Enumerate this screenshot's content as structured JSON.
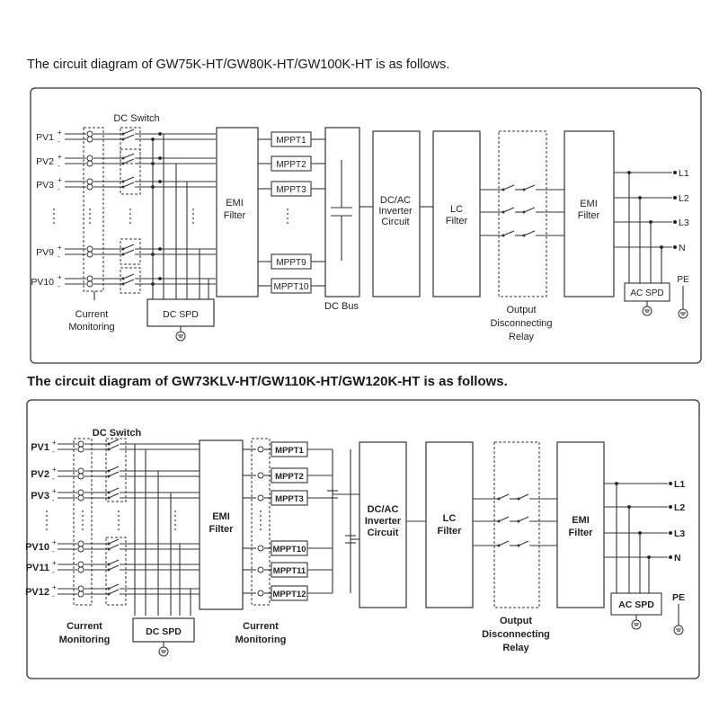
{
  "diagram1": {
    "title": "The circuit diagram of  GW75K-HT/GW80K-HT/GW100K-HT is as follows.",
    "dc_switch": "DC Switch",
    "pv_labels": [
      "PV1",
      "PV2",
      "PV3",
      "PV9",
      "PV10"
    ],
    "current_monitoring": [
      "Current",
      "Monitoring"
    ],
    "dc_spd": "DC SPD",
    "emi_filter_in": [
      "EMI",
      "Filter"
    ],
    "mppt_labels": [
      "MPPT1",
      "MPPT2",
      "MPPT3",
      "MPPT9",
      "MPPT10"
    ],
    "dc_bus": "DC Bus",
    "inverter": [
      "DC/AC",
      "Inverter",
      "Circuit"
    ],
    "lc_filter": [
      "LC",
      "Filter"
    ],
    "relay": [
      "Output",
      "Disconnecting",
      "Relay"
    ],
    "emi_filter_out": [
      "EMI",
      "Filter"
    ],
    "ac_spd": "AC SPD",
    "outputs": [
      "L1",
      "L2",
      "L3",
      "N"
    ],
    "pe": "PE"
  },
  "diagram2": {
    "title": "The circuit diagram of GW73KLV-HT/GW110K-HT/GW120K-HT is as follows.",
    "dc_switch": "DC Switch",
    "pv_labels": [
      "PV1",
      "PV2",
      "PV3",
      "PV10",
      "PV11",
      "PV12"
    ],
    "current_monitoring_left": [
      "Current",
      "Monitoring"
    ],
    "current_monitoring_right": [
      "Current",
      "Monitoring"
    ],
    "dc_spd": "DC SPD",
    "emi_filter_in": [
      "EMI",
      "Filter"
    ],
    "mppt_labels": [
      "MPPT1",
      "MPPT2",
      "MPPT3",
      "MPPT10",
      "MPPT11",
      "MPPT12"
    ],
    "inverter": [
      "DC/AC",
      "Inverter",
      "Circuit"
    ],
    "lc_filter": [
      "LC",
      "Filter"
    ],
    "relay": [
      "Output",
      "Disconnecting",
      "Relay"
    ],
    "emi_filter_out": [
      "EMI",
      "Filter"
    ],
    "ac_spd": "AC SPD",
    "outputs": [
      "L1",
      "L2",
      "L3",
      "N"
    ],
    "pe": "PE"
  }
}
